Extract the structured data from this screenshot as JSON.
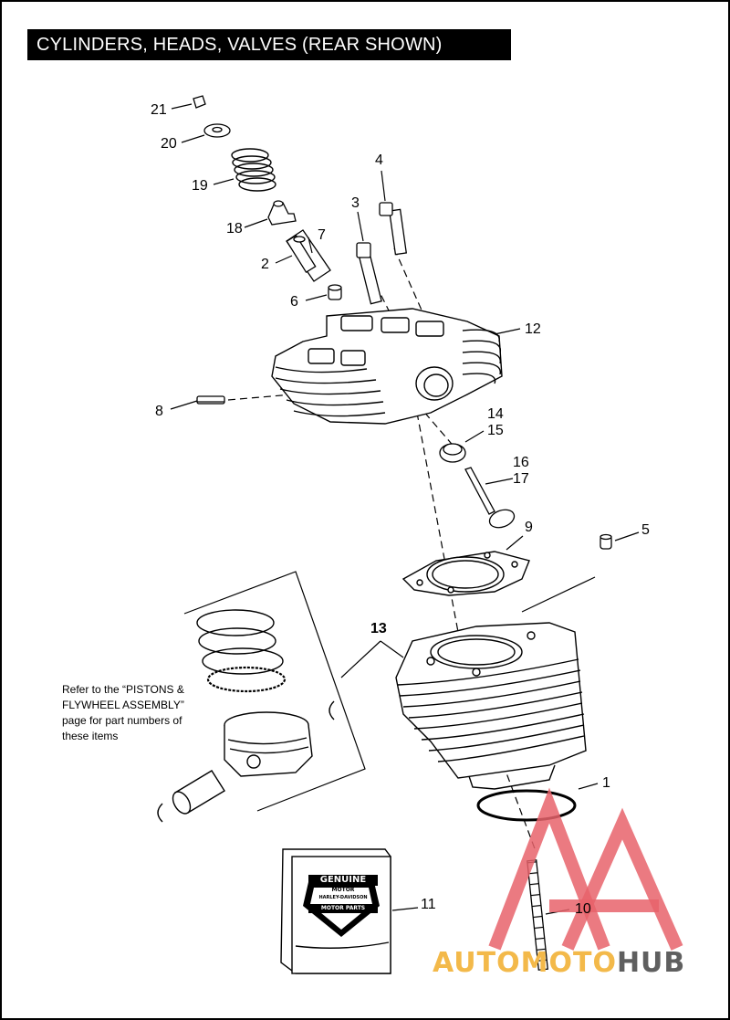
{
  "title": "CYLINDERS, HEADS, VALVES (REAR SHOWN)",
  "callouts": [
    {
      "id": "21",
      "text": "21"
    },
    {
      "id": "20",
      "text": "20"
    },
    {
      "id": "19",
      "text": "19"
    },
    {
      "id": "18",
      "text": "18"
    },
    {
      "id": "7",
      "text": "7"
    },
    {
      "id": "2",
      "text": "2"
    },
    {
      "id": "6",
      "text": "6"
    },
    {
      "id": "4",
      "text": "4"
    },
    {
      "id": "3",
      "text": "3"
    },
    {
      "id": "12",
      "text": "12"
    },
    {
      "id": "8",
      "text": "8"
    },
    {
      "id": "14",
      "text": "14"
    },
    {
      "id": "15",
      "text": "15"
    },
    {
      "id": "16",
      "text": "16"
    },
    {
      "id": "17",
      "text": "17"
    },
    {
      "id": "9",
      "text": "9"
    },
    {
      "id": "5",
      "text": "5"
    },
    {
      "id": "13",
      "text": "13"
    },
    {
      "id": "1",
      "text": "1"
    },
    {
      "id": "11",
      "text": "11"
    },
    {
      "id": "10",
      "text": "10"
    }
  ],
  "note": "Refer to the “PISTONS &\nFLYWHEEL ASSEMBLY”\npage for part numbers of\nthese items",
  "genuine_logo": {
    "top": "GENUINE",
    "middle": "MOTOR",
    "brand": "HARLEY-DAVIDSON",
    "bottom": "MOTOR PARTS"
  },
  "watermark": {
    "part1": "AUTOMOTO",
    "part2": "HUB",
    "color1": "#f3b94a",
    "color2": "#5f5f5f",
    "triangle_color": "#e8636b"
  }
}
